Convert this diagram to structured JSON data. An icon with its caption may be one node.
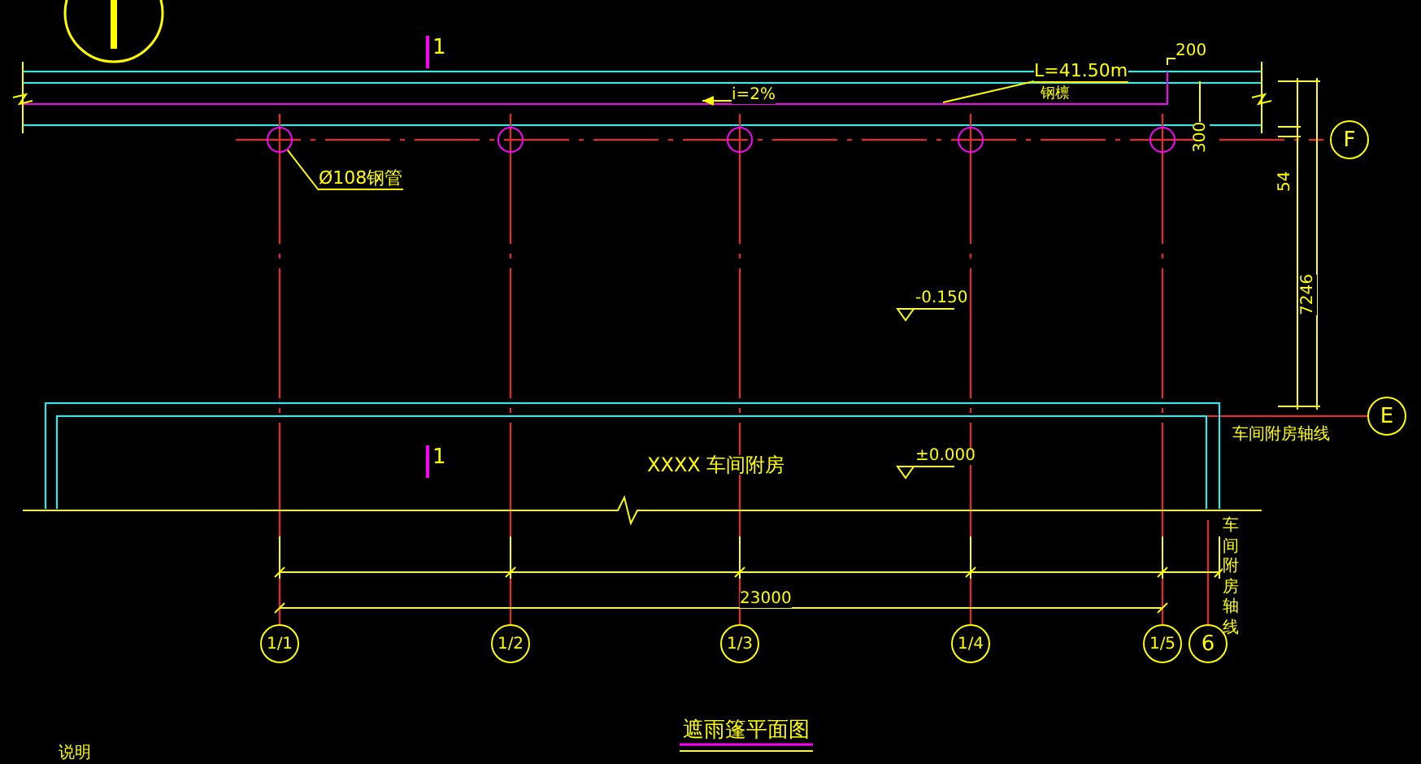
{
  "diagram": {
    "title": "遮雨篷平面图",
    "nodes": [
      {
        "text": [
          "L=41.50m",
          "钢檩"
        ]
      },
      {
        "text": [
          "Ø108钢管"
        ]
      },
      {
        "text": [],
        "shape": "circle"
      },
      {
        "text": [],
        "shape": "circle"
      },
      {
        "text": [],
        "shape": "circle"
      },
      {
        "text": [],
        "shape": "circle"
      },
      {
        "text": [],
        "shape": "circle"
      },
      {
        "text": [
          "F"
        ]
      },
      {
        "text": [
          "E"
        ]
      },
      {
        "text": [
          "1/1"
        ]
      },
      {
        "text": [
          "1/2"
        ]
      },
      {
        "text": [
          "1/3"
        ]
      },
      {
        "text": [
          "1/4"
        ]
      },
      {
        "text": [
          "1/5"
        ]
      },
      {
        "text": [
          "6"
        ]
      }
    ],
    "edges": [
      {
        "from": 0,
        "to": null,
        "arrow": "none"
      },
      {
        "from": 1,
        "to": 2,
        "arrow": "none"
      }
    ],
    "labels": [
      "1",
      "200",
      "300",
      "i=2%",
      "54",
      "7246",
      "-0.150",
      "车间附房轴线",
      "1",
      "XXXX 车间附房",
      "±0.000",
      "车间附房轴线",
      "23000",
      "说明"
    ]
  }
}
